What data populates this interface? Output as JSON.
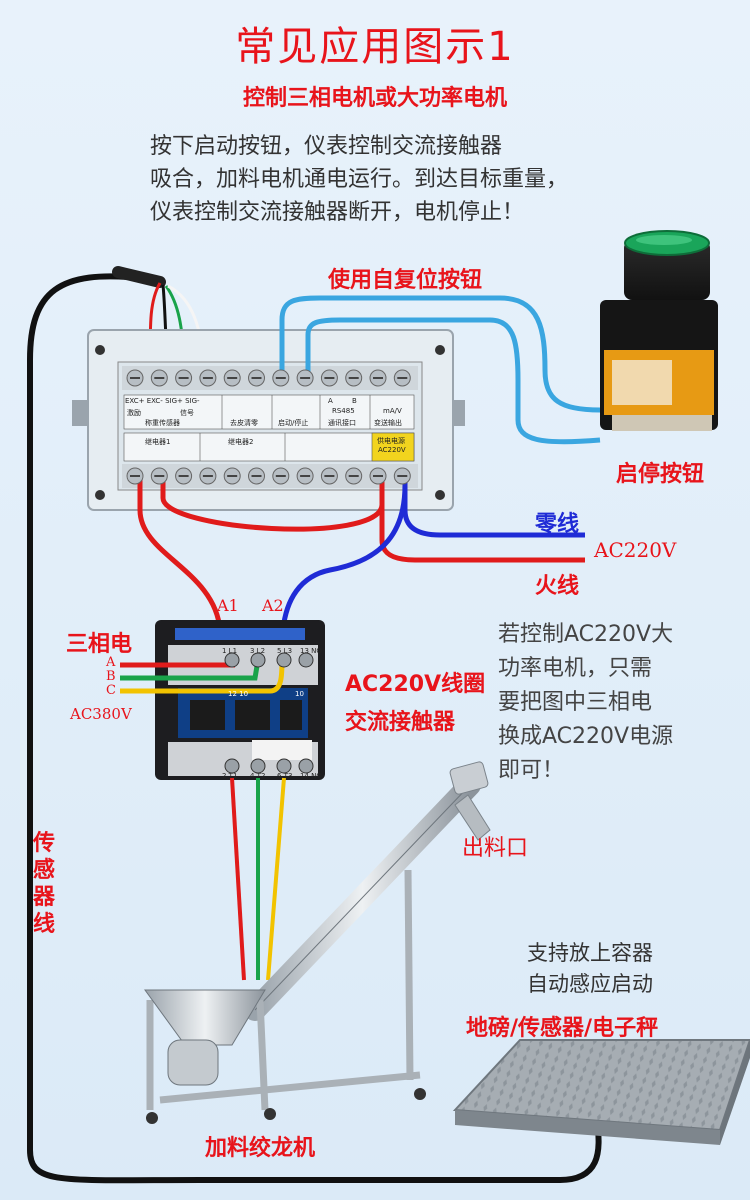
{
  "title": "常见应用图示1",
  "subtitle": "控制三相电机或大功率电机",
  "description": [
    "按下启动按钮，仪表控制交流接触器",
    "吸合，加料电机通电运行。到达目标重量，",
    "仪表控制交流接触器断开，电机停止！"
  ],
  "labels": {
    "reset_button": "使用自复位按钮",
    "start_stop_button": "启停按钮",
    "neutral_wire": "零线",
    "ac220v": "AC220V",
    "live_wire": "火线",
    "a1": "A1",
    "a2": "A2",
    "three_phase": "三相电",
    "phase_a": "A",
    "phase_b": "B",
    "phase_c": "C",
    "ac380v": "AC380V",
    "coil": "AC220V线圈",
    "contactor": "交流接触器",
    "outlet": "出料口",
    "sensor_wire": "传感器线",
    "feeder": "加料绞龙机",
    "container_note_1": "支持放上容器",
    "container_note_2": "自动感应启动",
    "scale_types": "地磅/传感器/电子秤"
  },
  "note": [
    "若控制AC220V大",
    "功率电机，只需",
    "要把图中三相电",
    "换成AC220V电源",
    "即可！"
  ],
  "controller": {
    "top_terminals": [
      "EXC+",
      "EXC-",
      "SIG+",
      "SIG-"
    ],
    "top_group_1": "激励",
    "top_group_2": "信号",
    "top_group_3": "称重传感器",
    "tare": "去皮清零",
    "start_stop": "启动/停止",
    "rs485": "RS485",
    "comm": "通讯接口",
    "ab_a": "A",
    "ab_b": "B",
    "analog_out": "变送输出",
    "analog_unit": "mA/V",
    "relay1": "继电器1",
    "relay2": "继电器2",
    "power": "供电电源",
    "power_v": "AC220V"
  },
  "contactor_marks": {
    "top": [
      "1 L1",
      "3 L2",
      "5 L3",
      "13 NO"
    ],
    "mid": [
      "12 10",
      "10"
    ],
    "bottom": [
      "2 T1",
      "4 T2",
      "6 T3",
      "14 NO"
    ]
  },
  "colors": {
    "red": "#e8141b",
    "blue": "#1f2bd6",
    "wire_red": "#e01b1b",
    "wire_yellow": "#f2c300",
    "wire_green": "#19a34a",
    "light_blue": "#3aa6e0"
  }
}
